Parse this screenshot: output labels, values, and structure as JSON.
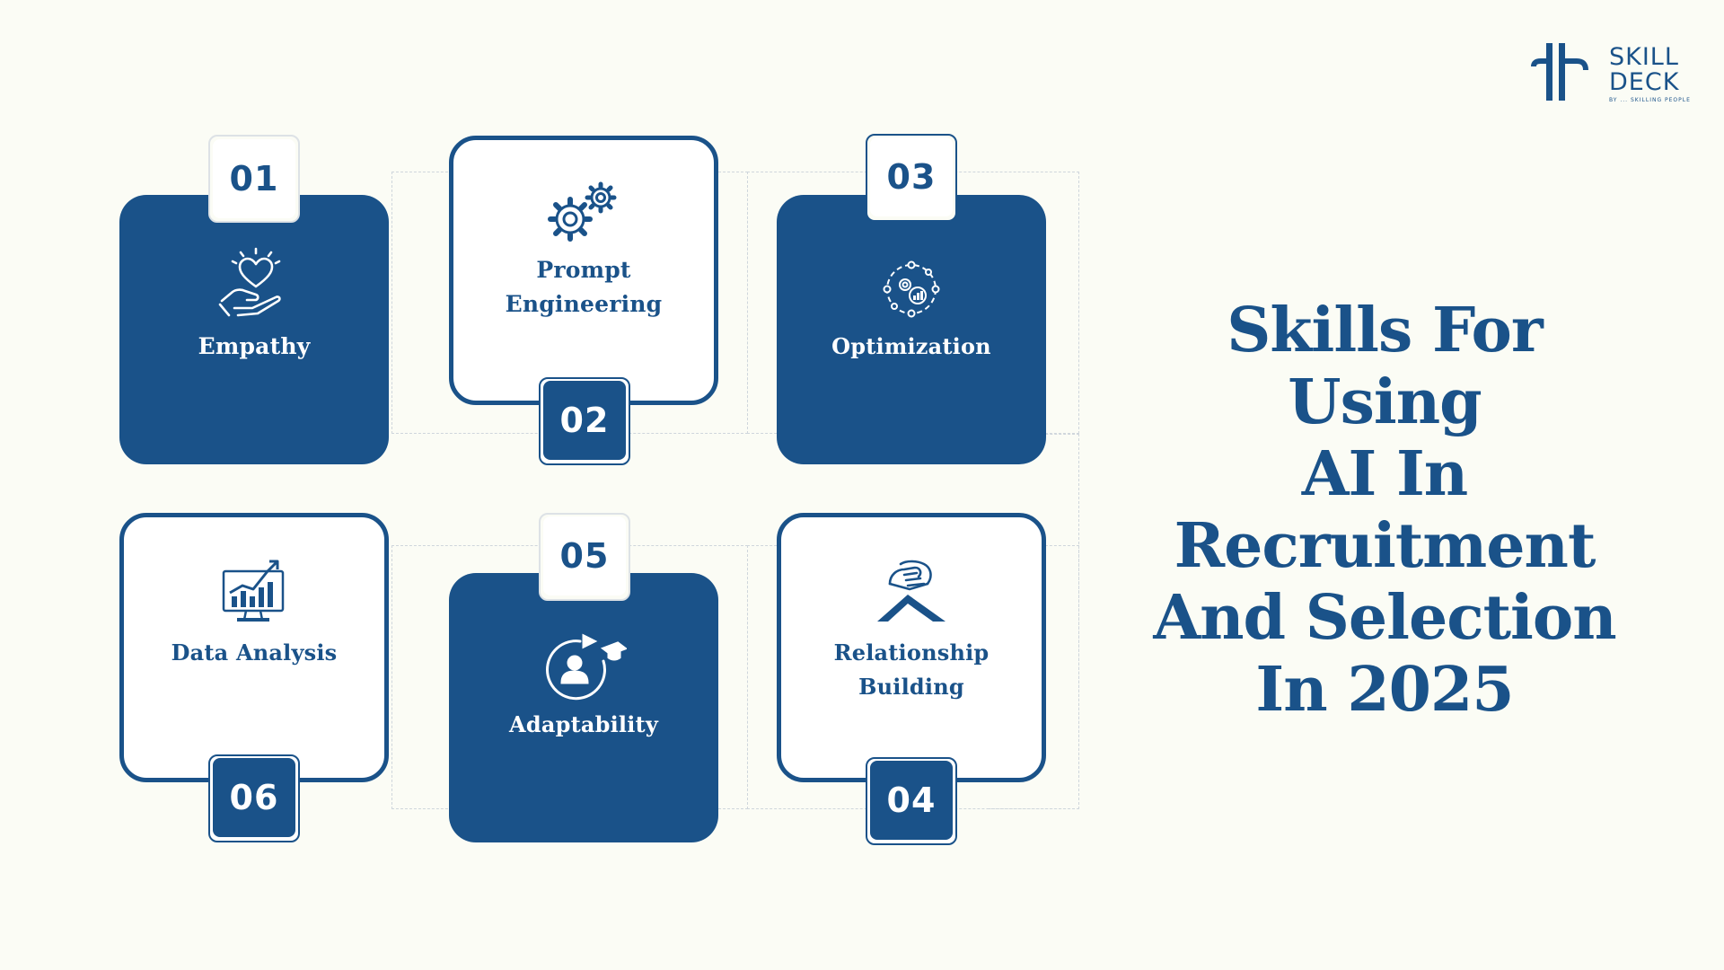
{
  "title": {
    "lines": [
      "Skills For Using",
      "AI In",
      "Recruitment",
      "And Selection",
      "In 2025"
    ]
  },
  "logo": {
    "line1": "SKILL",
    "line2": "DECK",
    "tagline": "BY ... SKILLING PEOPLE"
  },
  "skills": [
    {
      "number": "01",
      "label_lines": [
        "Empathy"
      ],
      "icon": "heart-hand-icon",
      "style": "dark"
    },
    {
      "number": "02",
      "label_lines": [
        "Prompt",
        "Engineering"
      ],
      "icon": "gears-icon",
      "style": "light"
    },
    {
      "number": "03",
      "label_lines": [
        "Optimization"
      ],
      "icon": "optimization-cycle-icon",
      "style": "dark"
    },
    {
      "number": "04",
      "label_lines": [
        "Relationship",
        "Building"
      ],
      "icon": "handshake-icon",
      "style": "light"
    },
    {
      "number": "05",
      "label_lines": [
        "Adaptability"
      ],
      "icon": "learner-cycle-icon",
      "style": "dark"
    },
    {
      "number": "06",
      "label_lines": [
        "Data Analysis"
      ],
      "icon": "chart-monitor-icon",
      "style": "light"
    }
  ],
  "colors": {
    "primary": "#1a5289",
    "background": "#fbfcf5",
    "card_light": "#ffffff"
  }
}
